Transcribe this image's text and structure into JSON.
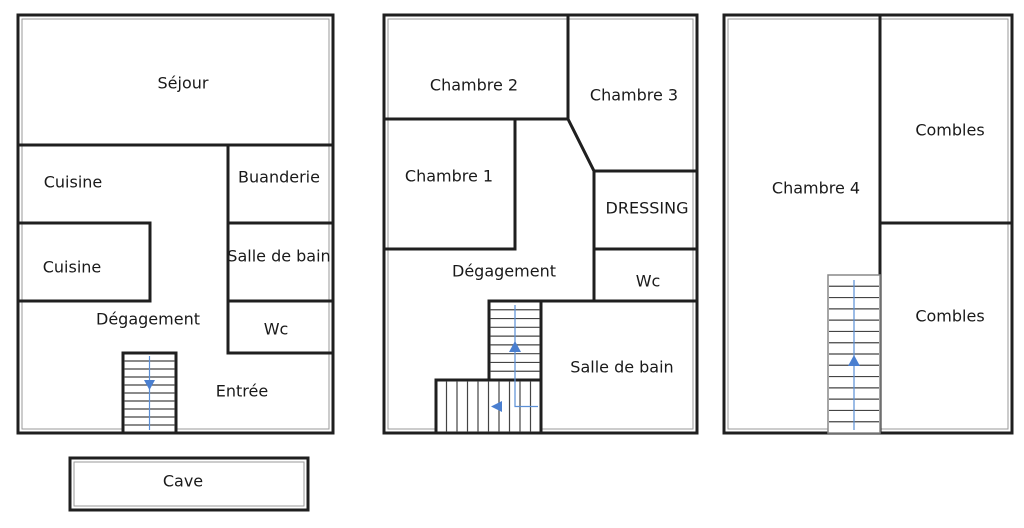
{
  "plan": {
    "ground_floor": {
      "sejour": "Séjour",
      "cuisine_top": "Cuisine",
      "cuisine_bottom": "Cuisine",
      "buanderie": "Buanderie",
      "salle_de_bain": "Salle de bain",
      "wc": "Wc",
      "degagement": "Dégagement",
      "entree": "Entrée"
    },
    "first_floor": {
      "chambre_2": "Chambre 2",
      "chambre_3": "Chambre 3",
      "chambre_1": "Chambre 1",
      "dressing": "DRESSING",
      "degagement": "Dégagement",
      "wc": "Wc",
      "salle_de_bain": "Salle de bain"
    },
    "second_floor": {
      "chambre_4": "Chambre 4",
      "combles_top": "Combles",
      "combles_bottom": "Combles"
    },
    "basement": {
      "cave": "Cave"
    }
  }
}
